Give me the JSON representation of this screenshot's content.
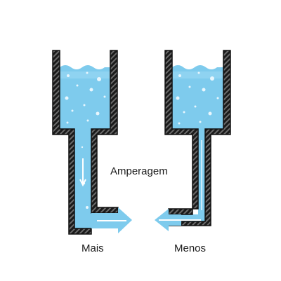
{
  "labels": {
    "center": "Amperagem",
    "left": "Mais",
    "right": "Menos"
  },
  "colors": {
    "water": "#7ecbed",
    "water_light": "#a9def5",
    "bubble": "#e8f6fd",
    "outline": "#1a1a1a",
    "wall": "#4a4a4a",
    "arrow": "#ffffff"
  },
  "icons": {
    "left_flow": "arrow-right-icon",
    "right_flow": "arrow-left-icon"
  }
}
